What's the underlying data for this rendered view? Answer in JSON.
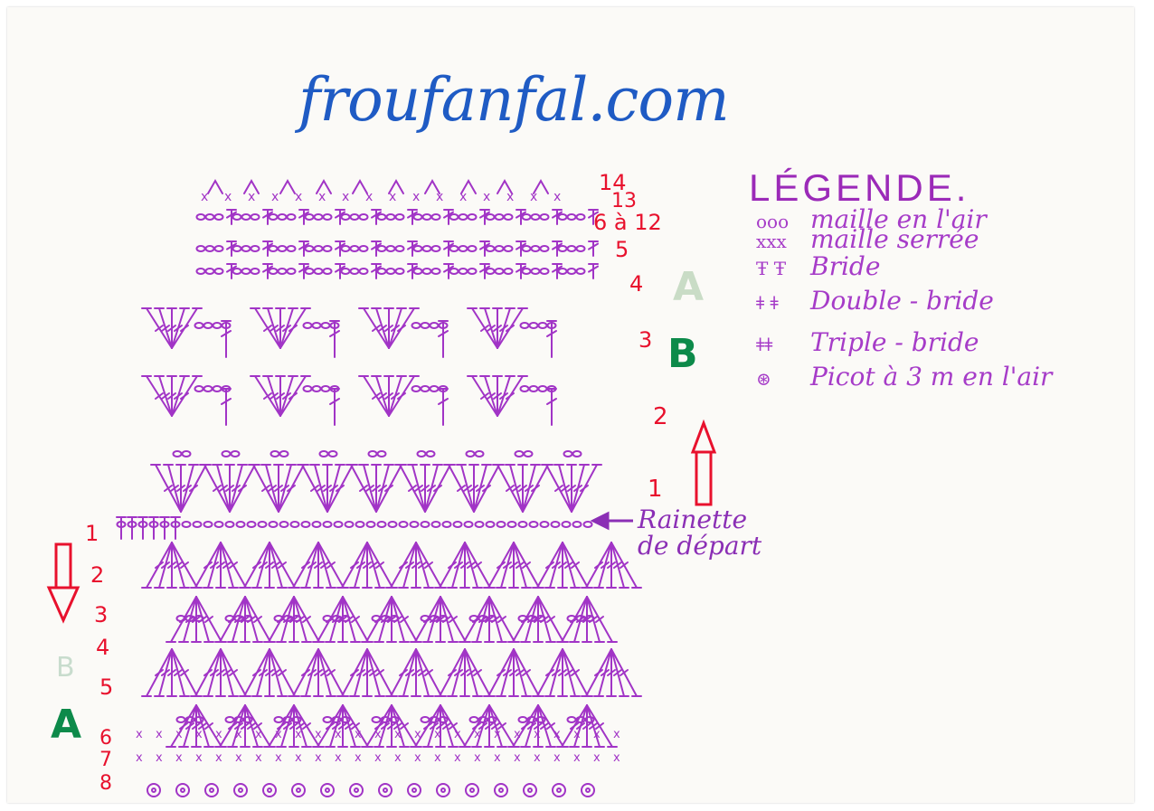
{
  "site": "froufanfal.com",
  "legend": {
    "title": "LÉGENDE.",
    "items": [
      {
        "symbol": "ooo",
        "label": "maille en l'air"
      },
      {
        "symbol": "xxx",
        "label": "maille serrée"
      },
      {
        "symbol": "Ŧ Ŧ",
        "label": "Bride"
      },
      {
        "symbol": "ǂ ǂ",
        "label": "Double - bride"
      },
      {
        "symbol": "ǂǂ",
        "label": "Triple - bride"
      },
      {
        "symbol": "⊛",
        "label": "Picot à 3 m en l'air"
      }
    ]
  },
  "sections": {
    "a": "A",
    "b": "B"
  },
  "upper_rows": [
    "14",
    "13",
    "6 à 12",
    "5",
    "4",
    "3",
    "2",
    "1"
  ],
  "lower_rows": [
    "1",
    "2",
    "3",
    "4",
    "5",
    "6",
    "7",
    "8"
  ],
  "start_chain": {
    "line1": "Rainette",
    "line2": "de départ"
  },
  "colors": {
    "purple": "#9b2ab8",
    "red": "#e8112d",
    "green": "#0d8a4a",
    "blue": "#1f5bc4"
  }
}
